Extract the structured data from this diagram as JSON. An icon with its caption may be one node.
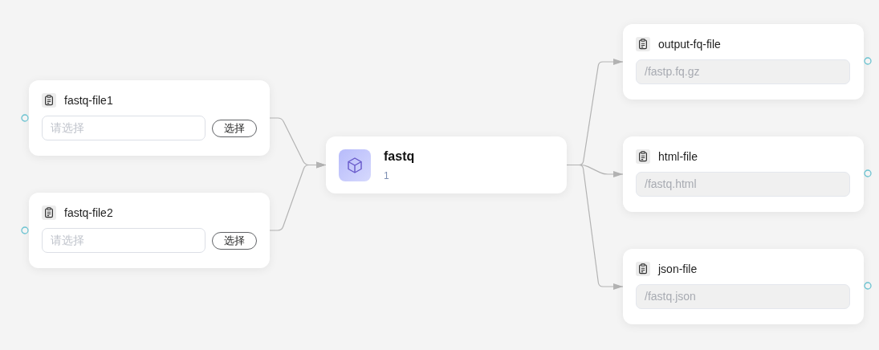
{
  "diagram": {
    "nodes": [
      {
        "text": [
          "fastq-file1",
          "请选择",
          "选择"
        ]
      },
      {
        "text": [
          "fastq-file2",
          "请选择",
          "选择"
        ]
      },
      {
        "text": [
          "fastq",
          "1"
        ]
      },
      {
        "text": [
          "output-fq-file",
          "/fastp.fq.gz"
        ]
      },
      {
        "text": [
          "html-file",
          "/fastq.html"
        ]
      },
      {
        "text": [
          "json-file",
          "/fastq.json"
        ]
      }
    ],
    "edges": [
      {
        "from": 0,
        "to": 2,
        "arrow": "to"
      },
      {
        "from": 1,
        "to": 2,
        "arrow": "to"
      },
      {
        "from": 2,
        "to": 3,
        "arrow": "to"
      },
      {
        "from": 2,
        "to": 4,
        "arrow": "to"
      },
      {
        "from": 2,
        "to": 5,
        "arrow": "to"
      }
    ]
  }
}
